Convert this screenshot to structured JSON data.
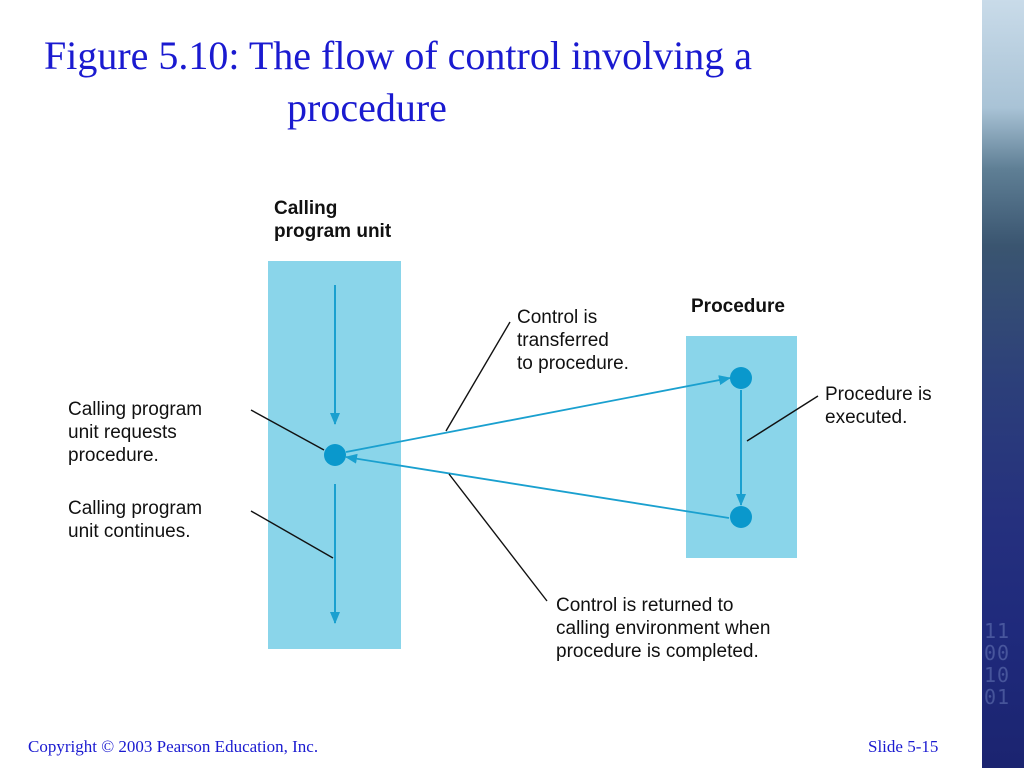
{
  "slide": {
    "title_line1": "Figure 5.10:  The flow of control involving a",
    "title_line2": "procedure",
    "copyright": "Copyright © 2003 Pearson Education, Inc.",
    "slide_number": "Slide 5-15"
  },
  "diagram": {
    "calling_unit_label": "Calling\nprogram unit",
    "procedure_label": "Procedure",
    "annotations": {
      "requests": "Calling program\nunit requests\nprocedure.",
      "continues": "Calling program\nunit continues.",
      "transferred": "Control is\ntransferred\nto procedure.",
      "executed": "Procedure is\nexecuted.",
      "returned": "Control is returned to\ncalling environment when\nprocedure is completed."
    },
    "colors": {
      "box_fill": "#8ad5ea",
      "node_fill": "#0a98cc",
      "arrow": "#1aa0cf",
      "leader": "#111111",
      "title": "#1a1ad0"
    }
  }
}
